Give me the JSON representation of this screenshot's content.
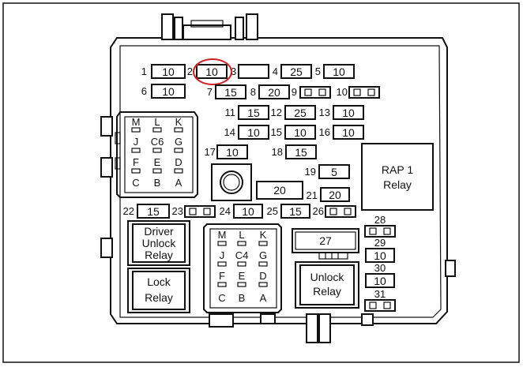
{
  "fuses": [
    {
      "id": "fuse-1",
      "num": "1",
      "amps": "10"
    },
    {
      "id": "fuse-2",
      "num": "2",
      "amps": "10",
      "highlighted": true
    },
    {
      "id": "fuse-3",
      "num": "3",
      "amps": ""
    },
    {
      "id": "fuse-4",
      "num": "4",
      "amps": "25"
    },
    {
      "id": "fuse-5",
      "num": "5",
      "amps": "10"
    },
    {
      "id": "fuse-6",
      "num": "6",
      "amps": "10"
    },
    {
      "id": "fuse-7",
      "num": "7",
      "amps": "15"
    },
    {
      "id": "fuse-8",
      "num": "8",
      "amps": "20"
    },
    {
      "id": "fuse-9",
      "num": "9",
      "amps": ""
    },
    {
      "id": "fuse-10",
      "num": "10",
      "amps": ""
    },
    {
      "id": "fuse-11",
      "num": "11",
      "amps": "15"
    },
    {
      "id": "fuse-12",
      "num": "12",
      "amps": "25"
    },
    {
      "id": "fuse-13",
      "num": "13",
      "amps": "10"
    },
    {
      "id": "fuse-14",
      "num": "14",
      "amps": "10"
    },
    {
      "id": "fuse-15",
      "num": "15",
      "amps": "10"
    },
    {
      "id": "fuse-16",
      "num": "16",
      "amps": "10"
    },
    {
      "id": "fuse-17",
      "num": "17",
      "amps": "10"
    },
    {
      "id": "fuse-18",
      "num": "18",
      "amps": "15"
    },
    {
      "id": "fuse-19",
      "num": "19",
      "amps": "5"
    },
    {
      "id": "fuse-20",
      "num": "",
      "amps": "20"
    },
    {
      "id": "fuse-21",
      "num": "21",
      "amps": "20"
    },
    {
      "id": "fuse-22",
      "num": "22",
      "amps": "15"
    },
    {
      "id": "fuse-23",
      "num": "23",
      "amps": ""
    },
    {
      "id": "fuse-24",
      "num": "24",
      "amps": "10"
    },
    {
      "id": "fuse-25",
      "num": "25",
      "amps": "15"
    },
    {
      "id": "fuse-26",
      "num": "26",
      "amps": ""
    },
    {
      "id": "fuse-27",
      "num": "",
      "amps": "27"
    },
    {
      "id": "fuse-28",
      "num": "28",
      "amps": ""
    },
    {
      "id": "fuse-29",
      "num": "29",
      "amps": "10"
    },
    {
      "id": "fuse-30",
      "num": "30",
      "amps": "10"
    },
    {
      "id": "fuse-31",
      "num": "31",
      "amps": ""
    }
  ],
  "relays": {
    "rap1": [
      "RAP 1",
      "Relay"
    ],
    "driver_unlock": [
      "Driver",
      "Unlock",
      "Relay"
    ],
    "lock": [
      "Lock",
      "Relay"
    ],
    "unlock": [
      "Unlock",
      "Relay"
    ]
  },
  "connectors": {
    "c6": {
      "label": "C6",
      "rows": [
        [
          "M",
          "L",
          "K"
        ],
        [
          "J",
          "",
          "G"
        ],
        [
          "F",
          "E",
          "D"
        ],
        [
          "C",
          "B",
          "A"
        ]
      ]
    },
    "c4": {
      "label": "C4",
      "rows": [
        [
          "M",
          "L",
          "K"
        ],
        [
          "J",
          "",
          "G"
        ],
        [
          "F",
          "E",
          "D"
        ],
        [
          "C",
          "B",
          "A"
        ]
      ]
    }
  },
  "colors": {
    "line": "#111111",
    "highlight": "#d42020",
    "background": "#ffffff"
  }
}
